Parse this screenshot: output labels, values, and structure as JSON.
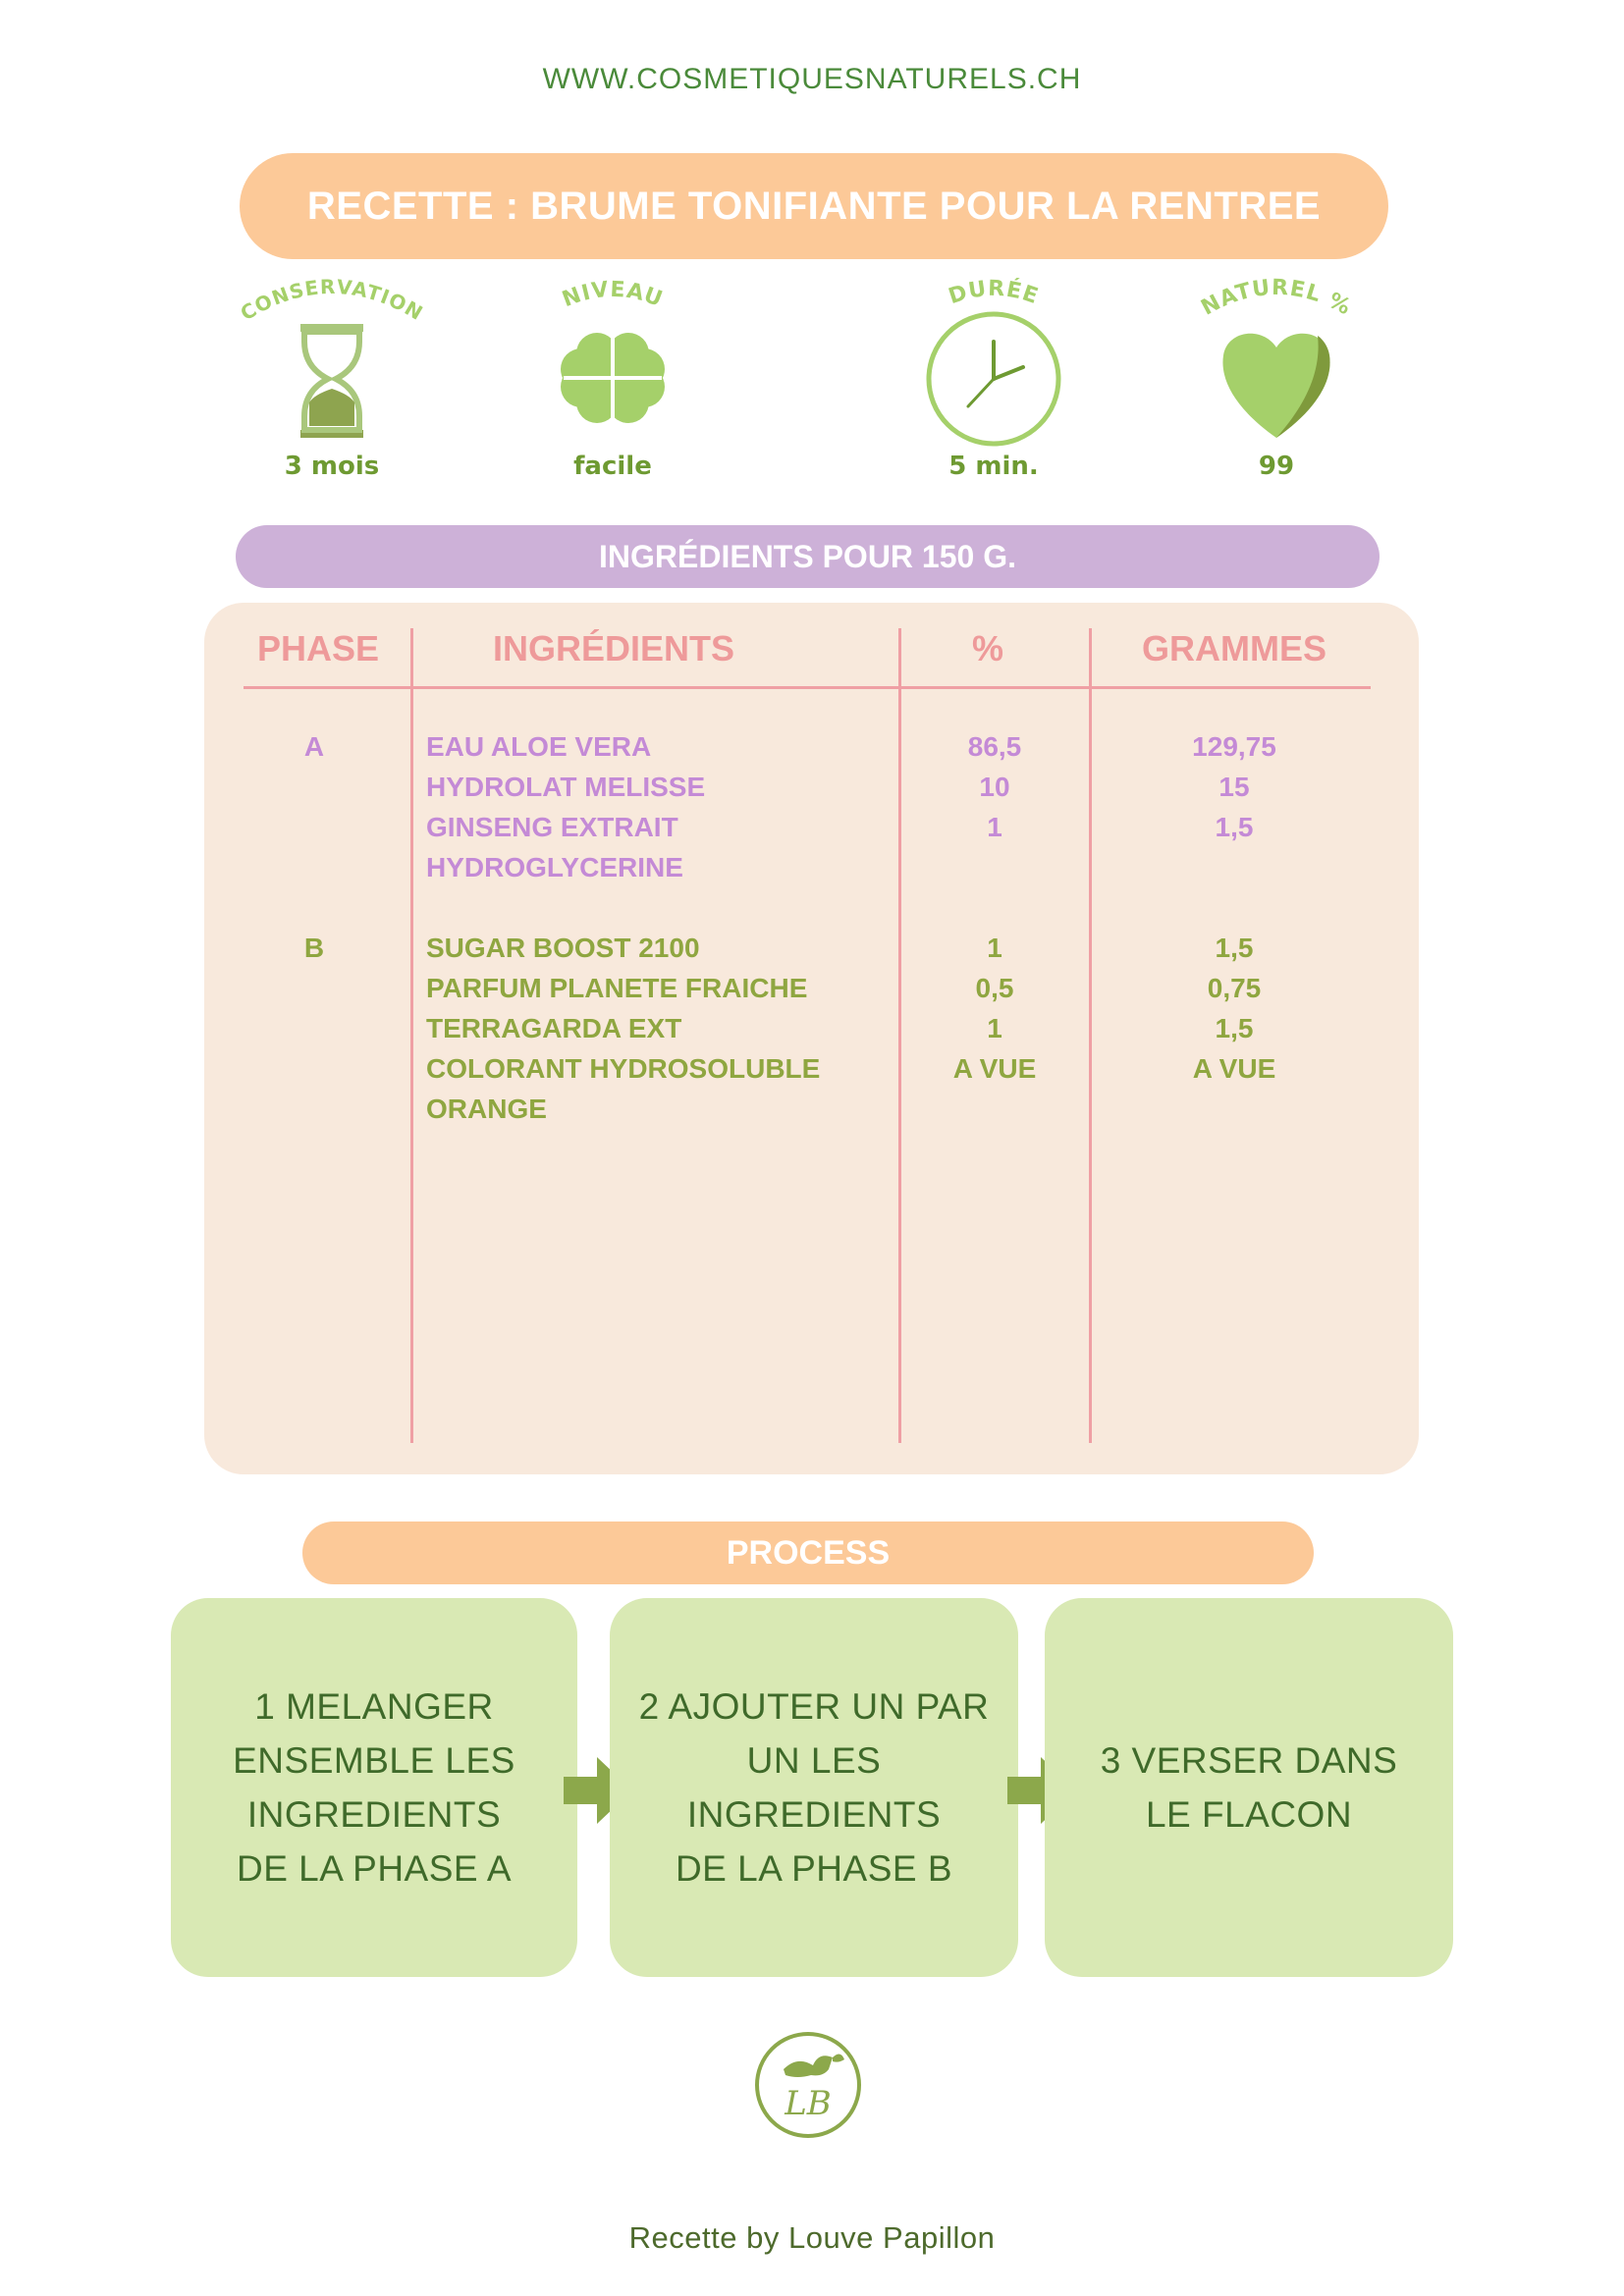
{
  "header": {
    "site": "WWW.COSMETIQUESNATURELS.CH",
    "title": "RECETTE : BRUME TONIFIANTE POUR LA RENTREE"
  },
  "stats": {
    "conservation": {
      "label": "CONSERVATION",
      "value": "3 mois",
      "icon": "hourglass-icon"
    },
    "niveau": {
      "label": "NIVEAU",
      "value": "facile",
      "icon": "clover-icon"
    },
    "duree": {
      "label": "DURÉE",
      "value": "5 min.",
      "icon": "clock-icon"
    },
    "naturel": {
      "label": "NATUREL %",
      "value": "99",
      "icon": "heart-leaf-icon"
    }
  },
  "ingredients": {
    "title": "INGRÉDIENTS POUR 150 G.",
    "headers": {
      "phase": "PHASE",
      "ingredients": "INGRÉDIENTS",
      "percent": "%",
      "grams": "GRAMMES"
    },
    "phase_a": {
      "phase": "A",
      "names": [
        "EAU ALOE VERA",
        "HYDROLAT MELISSE",
        "GINSENG EXTRAIT",
        "HYDROGLYCERINE"
      ],
      "percents": [
        "86,5",
        "10",
        "1"
      ],
      "grams": [
        "129,75",
        "15",
        "1,5"
      ]
    },
    "phase_b": {
      "phase": "B",
      "names": [
        "SUGAR BOOST 2100",
        "PARFUM PLANETE FRAICHE",
        "TERRAGARDA EXT",
        "COLORANT HYDROSOLUBLE",
        "ORANGE"
      ],
      "percents": [
        "1",
        "0,5",
        "1",
        "A VUE"
      ],
      "grams": [
        "1,5",
        "0,75",
        "1,5",
        "A VUE"
      ]
    }
  },
  "process": {
    "title": "PROCESS",
    "steps": [
      "1 MELANGER\nENSEMBLE LES\nINGREDIENTS\nDE LA PHASE A",
      "2 AJOUTER UN PAR\nUN LES\nINGREDIENTS\nDE LA PHASE B",
      "3 VERSER DANS\nLE FLACON"
    ]
  },
  "logo": {
    "monogram": "LB"
  },
  "footer": {
    "text": "Recette by Louve Papillon"
  },
  "colors": {
    "orange": "#fcc998",
    "lilac": "#cdb1d8",
    "panel": "#f8e9dc",
    "pink_line": "#ef9fa4",
    "green_text": "#6e9a32",
    "step_bg": "#d9e9b4"
  }
}
